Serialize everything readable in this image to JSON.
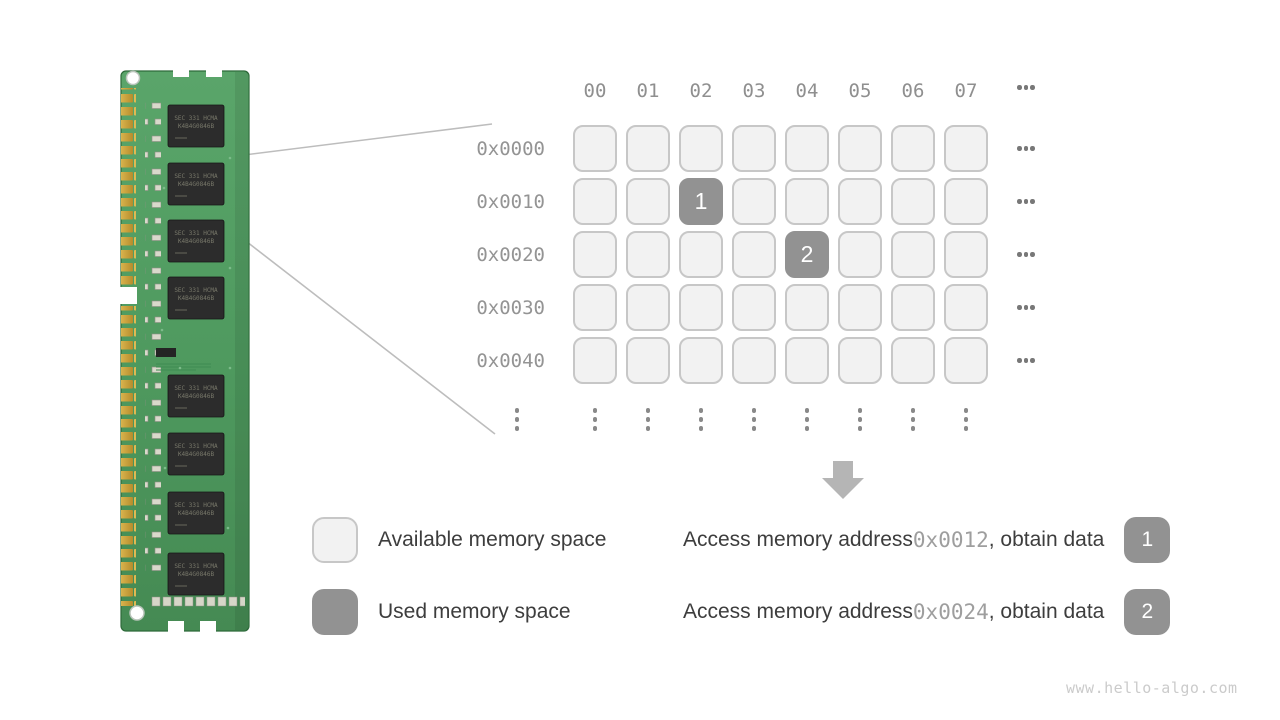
{
  "page": {
    "watermark": "www.hello-algo.com"
  },
  "ram": {
    "alt": "ram-memory-module-photo"
  },
  "grid": {
    "column_headers": [
      "00",
      "01",
      "02",
      "03",
      "04",
      "05",
      "06",
      "07"
    ],
    "rows": [
      {
        "label": "0x0000",
        "cells": [
          "",
          "",
          "",
          "",
          "",
          "",
          "",
          ""
        ]
      },
      {
        "label": "0x0010",
        "cells": [
          "",
          "",
          "1",
          "",
          "",
          "",
          "",
          ""
        ]
      },
      {
        "label": "0x0020",
        "cells": [
          "",
          "",
          "",
          "",
          "2",
          "",
          "",
          ""
        ]
      },
      {
        "label": "0x0030",
        "cells": [
          "",
          "",
          "",
          "",
          "",
          "",
          "",
          ""
        ]
      },
      {
        "label": "0x0040",
        "cells": [
          "",
          "",
          "",
          "",
          "",
          "",
          "",
          ""
        ]
      }
    ]
  },
  "legend": [
    {
      "type": "available",
      "label": "Available memory space"
    },
    {
      "type": "used",
      "label": "Used memory space"
    }
  ],
  "annotations": [
    {
      "prefix": "Access memory address ",
      "address": "0x0012",
      "suffix": ", obtain data",
      "badge": "1"
    },
    {
      "prefix": "Access memory address ",
      "address": "0x0024",
      "suffix": ", obtain data",
      "badge": "2"
    }
  ],
  "colors": {
    "cell_fill": "#f2f2f2",
    "cell_border": "#c7c7c7",
    "used_fill": "#929292",
    "label_gray": "#949494",
    "text_dark": "#3d3d3d",
    "code_gray": "#9e9e9e",
    "arrow": "#b5b5b5",
    "leader_line": "#bdbdbd",
    "watermark": "#cbcbcb"
  }
}
